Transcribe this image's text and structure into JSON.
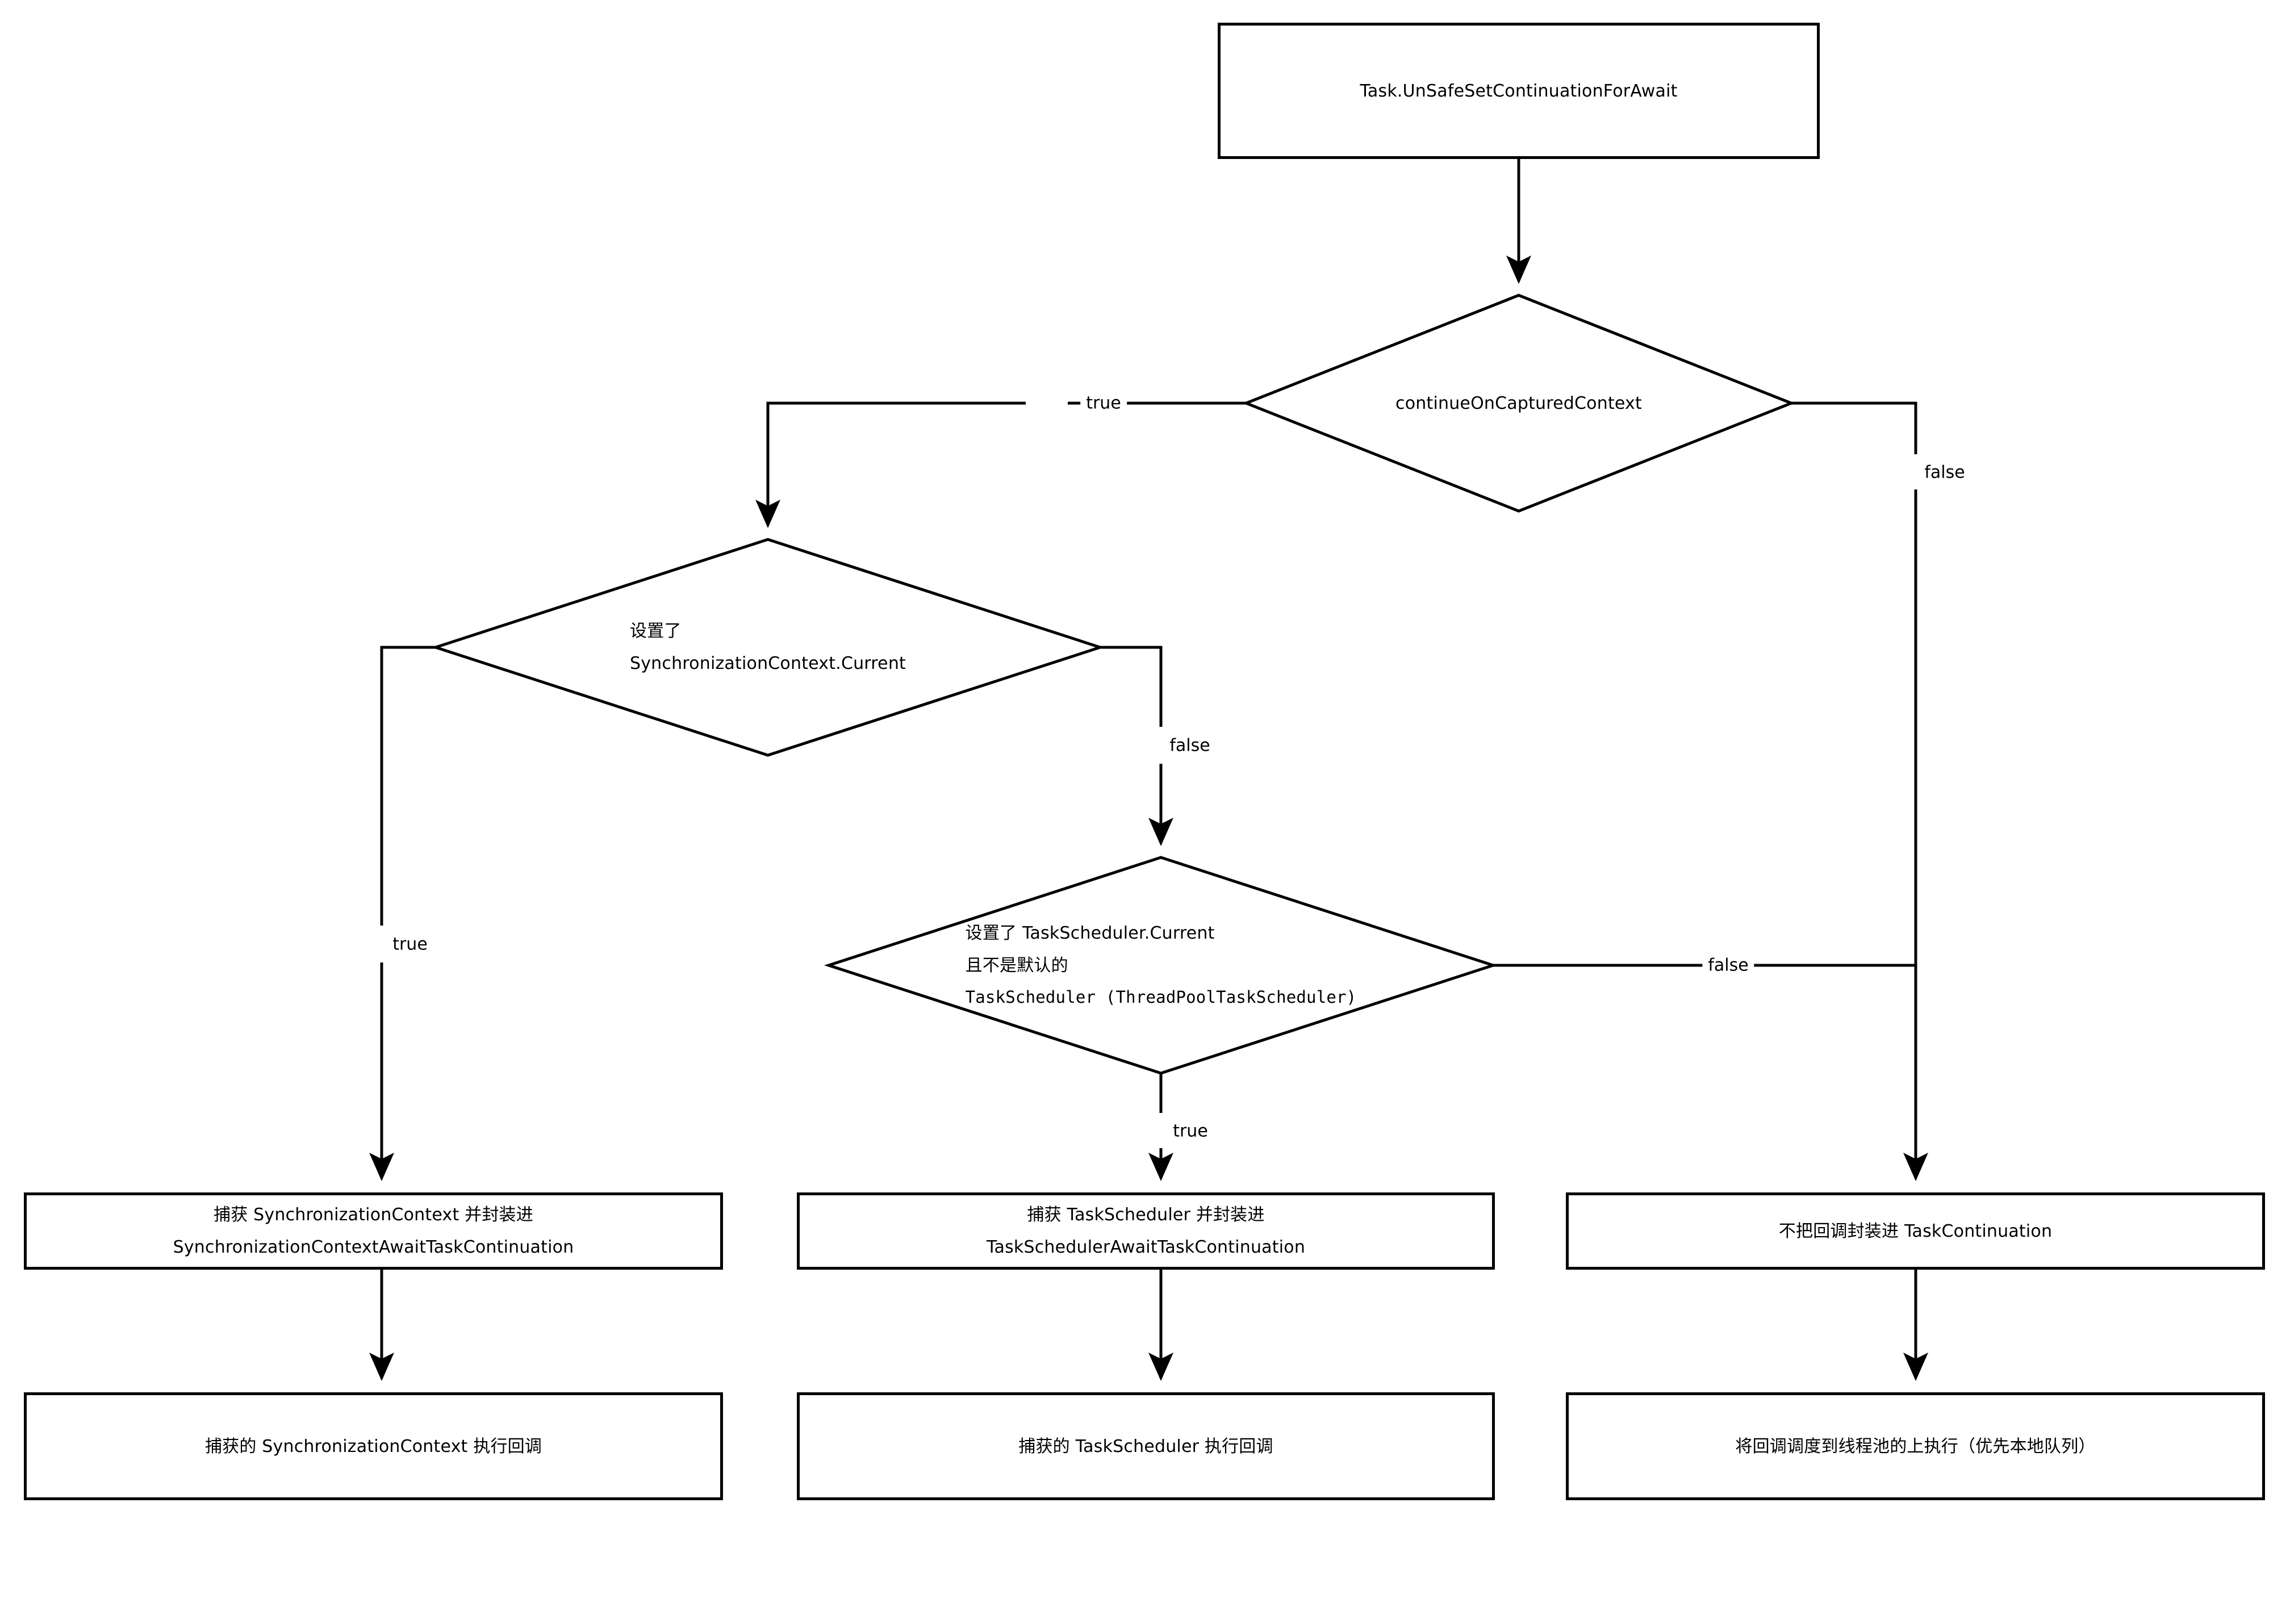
{
  "diagram": {
    "type": "flowchart",
    "title": "Task.UnSafeSetContinuationForAwait decision flow",
    "background": "#ffffff",
    "stroke": "#000000",
    "nodes": {
      "start": {
        "shape": "rectangle",
        "label": "Task.UnSafeSetContinuationForAwait"
      },
      "decision_continue_on_captured_context": {
        "shape": "diamond",
        "label": "continueOnCapturedContext"
      },
      "decision_sync_context": {
        "shape": "diamond",
        "label": "设置了\nSynchronizationContext.Current"
      },
      "decision_task_scheduler_line1": {
        "shape": "diamond",
        "label": "设置了 TaskScheduler.Current"
      },
      "decision_task_scheduler_line2": {
        "label": "且不是默认的"
      },
      "decision_task_scheduler_line3": {
        "label": "TaskScheduler (ThreadPoolTaskScheduler)"
      },
      "action_capture_sync_context": {
        "shape": "rectangle",
        "label": "捕获 SynchronizationContext 并封装进\nSynchronizationContextAwaitTaskContinuation"
      },
      "action_capture_task_scheduler": {
        "shape": "rectangle",
        "label": "捕获 TaskScheduler 并封装进\nTaskSchedulerAwaitTaskContinuation"
      },
      "action_no_wrap": {
        "shape": "rectangle",
        "label": "不把回调封装进 TaskContinuation"
      },
      "result_sync_context": {
        "shape": "rectangle",
        "label": "捕获的 SynchronizationContext 执行回调"
      },
      "result_task_scheduler": {
        "shape": "rectangle",
        "label": "捕获的 TaskScheduler 执行回调"
      },
      "result_thread_pool": {
        "shape": "rectangle",
        "label": "将回调调度到线程池的上执行（优先本地队列）"
      }
    },
    "edge_labels": {
      "coc_true": "true",
      "coc_false": "false",
      "sync_true": "true",
      "sync_false": "false",
      "sched_true": "true",
      "sched_false": "false"
    }
  }
}
